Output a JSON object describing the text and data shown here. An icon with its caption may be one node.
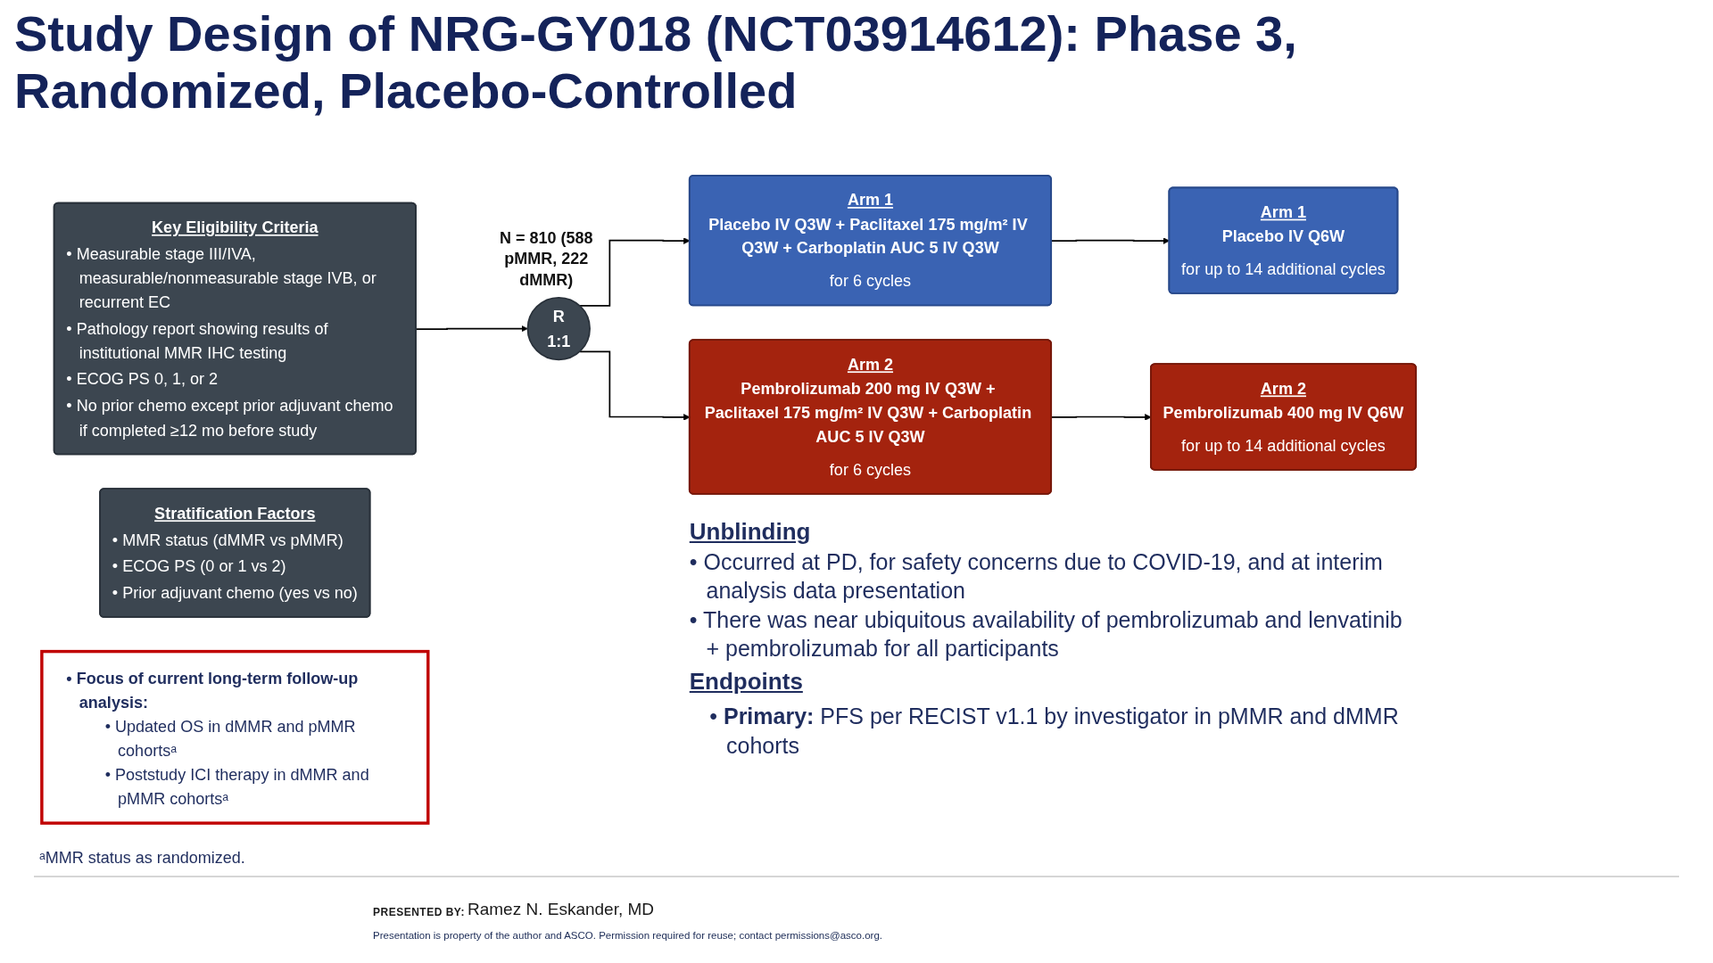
{
  "diagram": {
    "title": "Study Design of NRG-GY018 (NCT03914612): Phase 3, Randomized, Placebo-Controlled",
    "nodes": [
      {
        "text": [
          "Key Eligibility Criteria",
          "• Measurable stage III/IVA, measurable/nonmeasurable stage IVB, or recurrent EC",
          "• Pathology report showing results of institutional MMR IHC testing",
          "• ECOG PS 0, 1, or 2",
          "• No prior chemo except prior adjuvant chemo if completed ≥12 mo before study"
        ]
      },
      {
        "text": [
          "R",
          "1:1"
        ],
        "beside": [
          "N = 810 (588 pMMR, 222 dMMR)"
        ]
      },
      {
        "text": [
          "Arm 1",
          "Placebo IV Q3W + Paclitaxel 175 mg/m² IV Q3W + Carboplatin AUC 5 IV Q3W",
          "for 6 cycles"
        ]
      },
      {
        "text": [
          "Arm 2",
          "Pembrolizumab 200 mg IV Q3W + Paclitaxel 175 mg/m² IV Q3W + Carboplatin AUC 5 IV Q3W",
          "for 6 cycles"
        ]
      },
      {
        "text": [
          "Arm 1",
          "Placebo IV Q6W",
          "for up to 14 additional cycles"
        ]
      },
      {
        "text": [
          "Arm 2",
          "Pembrolizumab 400 mg IV Q6W",
          "for up to 14 additional cycles"
        ]
      },
      {
        "text": [
          "Stratification Factors",
          "• MMR status (dMMR vs pMMR)",
          "• ECOG PS (0 or 1 vs 2)",
          "• Prior adjuvant chemo (yes vs no)"
        ]
      },
      {
        "text": [
          "• Focus of current long-term follow-up analysis:",
          "• Updated OS in dMMR and pMMR cohortsᵃ",
          "• Poststudy ICI therapy in dMMR and pMMR cohortsᵃ"
        ]
      }
    ],
    "edges": [
      {
        "from": 0,
        "to": 1,
        "arrow": "to"
      },
      {
        "from": 1,
        "to": 2,
        "arrow": "to"
      },
      {
        "from": 1,
        "to": 3,
        "arrow": "to"
      },
      {
        "from": 2,
        "to": 4,
        "arrow": "to"
      },
      {
        "from": 3,
        "to": 5,
        "arrow": "to"
      }
    ],
    "labels": [
      "Unblinding",
      "• Occurred at PD, for safety concerns due to COVID-19, and at interim analysis data presentation",
      "• There was near ubiquitous availability of pembrolizumab and lenvatinib + pembrolizumab for all participants",
      "Endpoints",
      "• **Primary:** PFS per RECIST v1.1 by investigator in pMMR and dMMR cohorts",
      "ᵃMMR status as randomized.",
      "PRESENTED BY:",
      "Ramez N. Eskander, MD",
      "Presentation is property of the author and ASCO. Permission required for reuse; contact permissions@asco.org."
    ]
  }
}
